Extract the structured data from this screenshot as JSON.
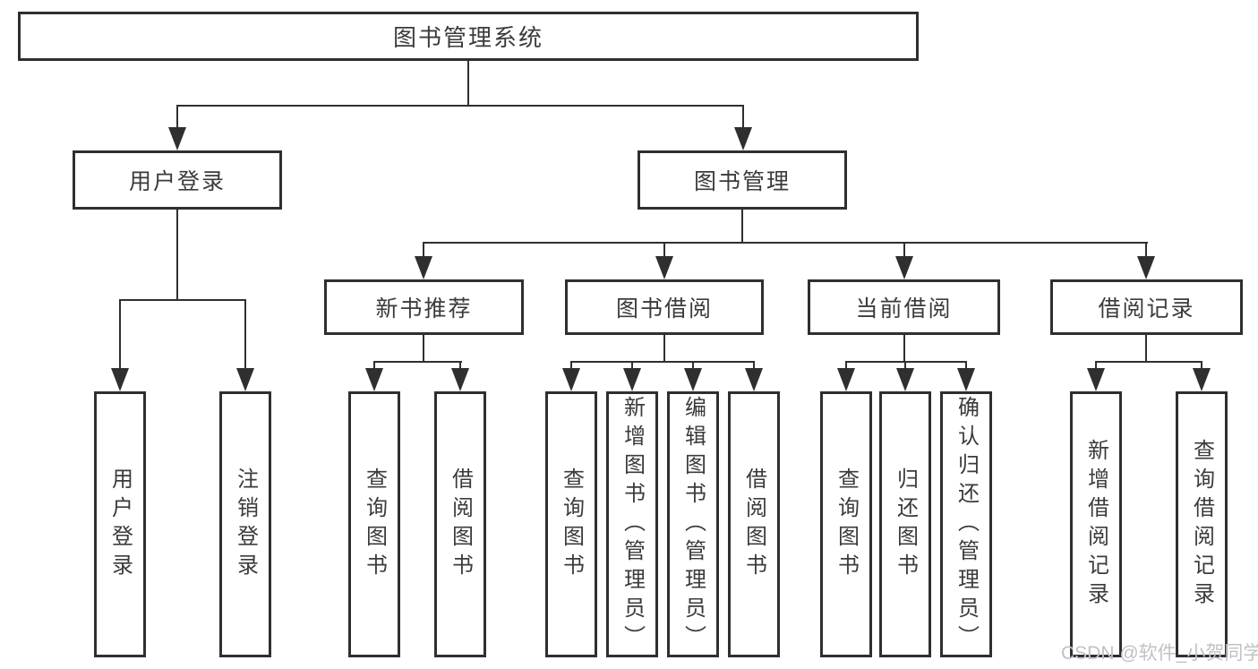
{
  "tree": {
    "label": "图书管理系统",
    "children": [
      {
        "label": "用户登录",
        "children": [
          {
            "label": "用户登录"
          },
          {
            "label": "注销登录"
          }
        ]
      },
      {
        "label": "图书管理",
        "children": [
          {
            "label": "新书推荐",
            "children": [
              {
                "label": "查询图书"
              },
              {
                "label": "借阅图书"
              }
            ]
          },
          {
            "label": "图书借阅",
            "children": [
              {
                "label": "查询图书"
              },
              {
                "label": "新增图书（管理员）"
              },
              {
                "label": "编辑图书（管理员）"
              },
              {
                "label": "借阅图书"
              }
            ]
          },
          {
            "label": "当前借阅",
            "children": [
              {
                "label": "查询图书"
              },
              {
                "label": "归还图书"
              },
              {
                "label": "确认归还（管理员）"
              }
            ]
          },
          {
            "label": "借阅记录",
            "children": [
              {
                "label": "新增借阅记录"
              },
              {
                "label": "查询借阅记录"
              }
            ]
          }
        ]
      }
    ]
  },
  "watermark": {
    "text": "CSDN @软件_小贺同学"
  },
  "colors": {
    "background": "#ffffff",
    "box_border": "#2f2f2f",
    "connector_line": "#2f2f2f",
    "text": "#3b3b3b",
    "watermark_text": "#c2c2c2"
  }
}
